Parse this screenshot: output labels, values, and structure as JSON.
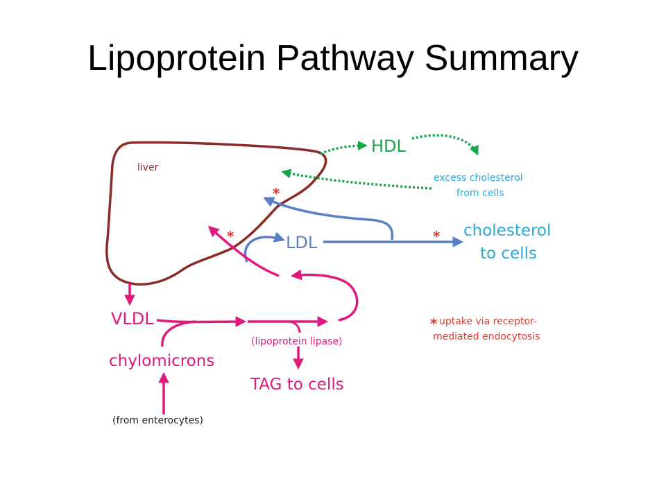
{
  "title": "Lipoprotein Pathway Summary",
  "colors": {
    "liver": "#8b2a2a",
    "magenta": "#e0197d",
    "blue": "#5b7fc4",
    "cyan": "#29a9d6",
    "green": "#16a64a",
    "red": "#e3392e"
  },
  "labels": {
    "liver": "liver",
    "hdl": "HDL",
    "excess_line1": "excess cholesterol",
    "excess_line2": "from cells",
    "ldl": "LDL",
    "chol_line1": "cholesterol",
    "chol_line2": "to cells",
    "vldl": "VLDL",
    "chylomicrons": "chylomicrons",
    "lipase": "(lipoprotein lipase)",
    "tag": "TAG to cells",
    "enterocytes": "(from enterocytes)",
    "asterisk": "*",
    "note_line1": "uptake via receptor-",
    "note_line2": "mediated endocytosis"
  }
}
